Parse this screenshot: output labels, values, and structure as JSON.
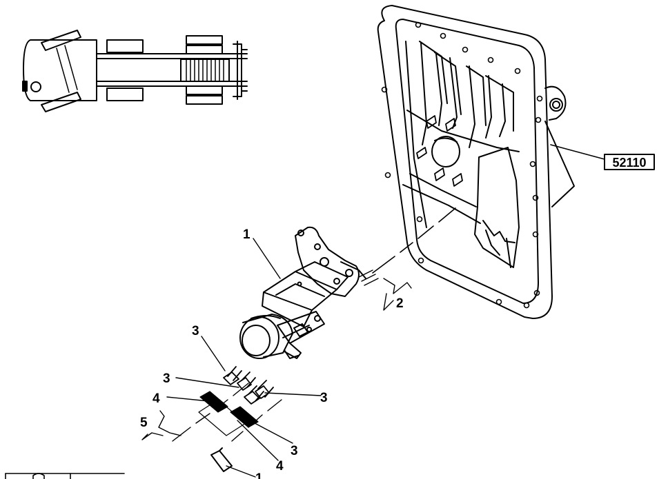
{
  "diagram": {
    "reference_box": "52110",
    "callouts": {
      "part1": "1",
      "part2": "2",
      "part3a": "3",
      "part3b": "3",
      "part3c": "3",
      "part3d": "3",
      "part4a": "4",
      "part4b": "4",
      "part5": "5",
      "part6": "1"
    }
  },
  "colors": {
    "line": "#000000",
    "background": "#ffffff"
  },
  "icons": {
    "vehicle_overview": "vehicle-top-view-icon",
    "bottom_box_icon": "wrench-box-icon"
  }
}
